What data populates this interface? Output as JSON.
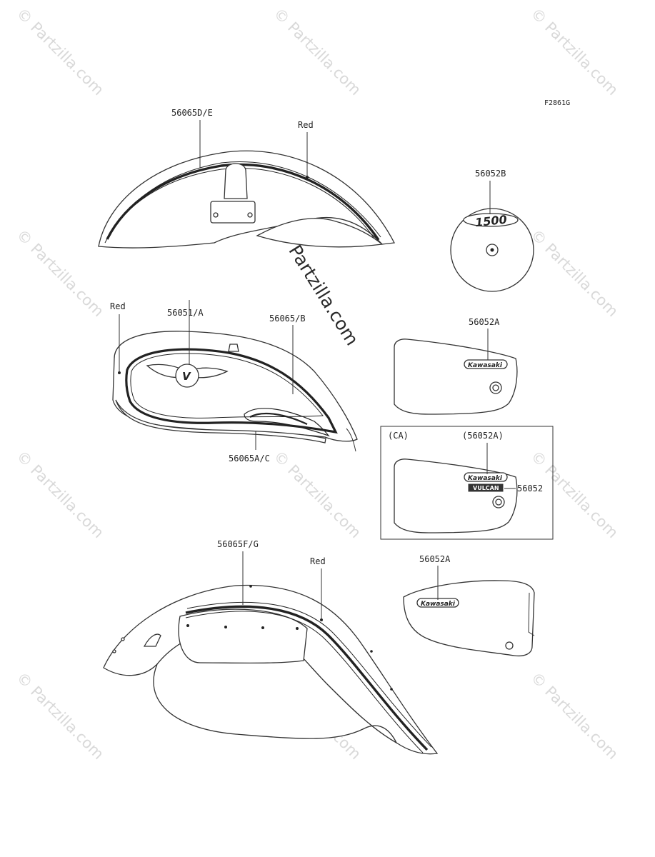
{
  "figure_code": "F2861G",
  "watermark": {
    "small_text": "© Partzilla.com",
    "center_text": "© Partzilla.com"
  },
  "labels": {
    "front_fender": "56065D/E",
    "front_fender_color": "Red",
    "tank_badge": "56051/A",
    "tank_color": "Red",
    "tank_stripe_upper": "56065/B",
    "tank_stripe_lower": "56065A/C",
    "air_cleaner_emblem": "56052B",
    "side_cover_right": "56052A",
    "ca_box_title": "(CA)",
    "ca_box_part": "(56052A)",
    "ca_box_extra": "56052",
    "rear_fender": "56065F/G",
    "rear_fender_color": "Red",
    "side_cover_left": "56052A"
  },
  "emblems": {
    "displacement": "1500",
    "brand": "Kawasaki",
    "model": "VULCAN"
  }
}
